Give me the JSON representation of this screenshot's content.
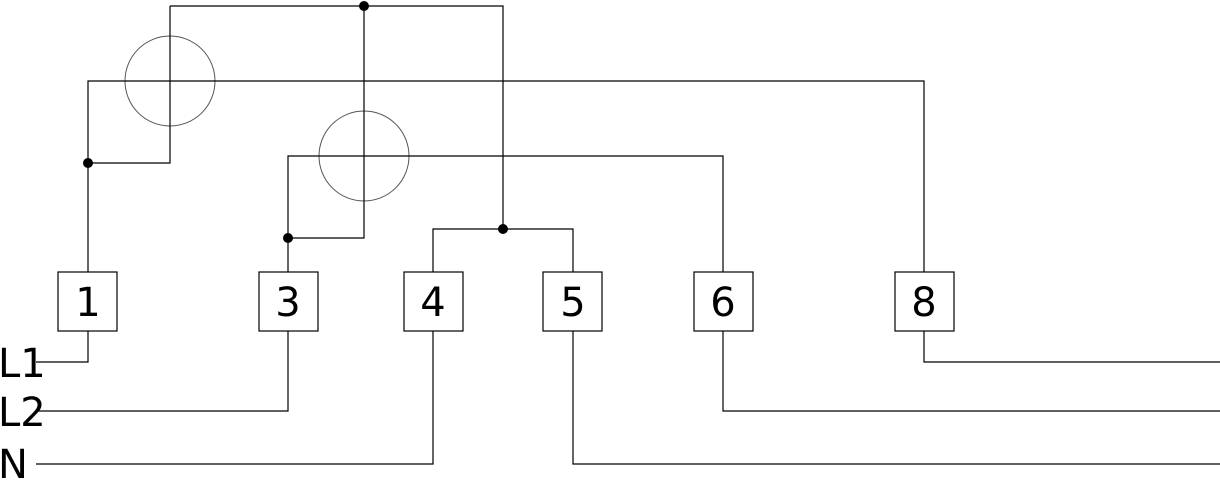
{
  "terminals": {
    "t1": "1",
    "t3": "3",
    "t4": "4",
    "t5": "5",
    "t6": "6",
    "t8": "8"
  },
  "lines": {
    "l1": "L1",
    "l2": "L2",
    "n": "N"
  }
}
